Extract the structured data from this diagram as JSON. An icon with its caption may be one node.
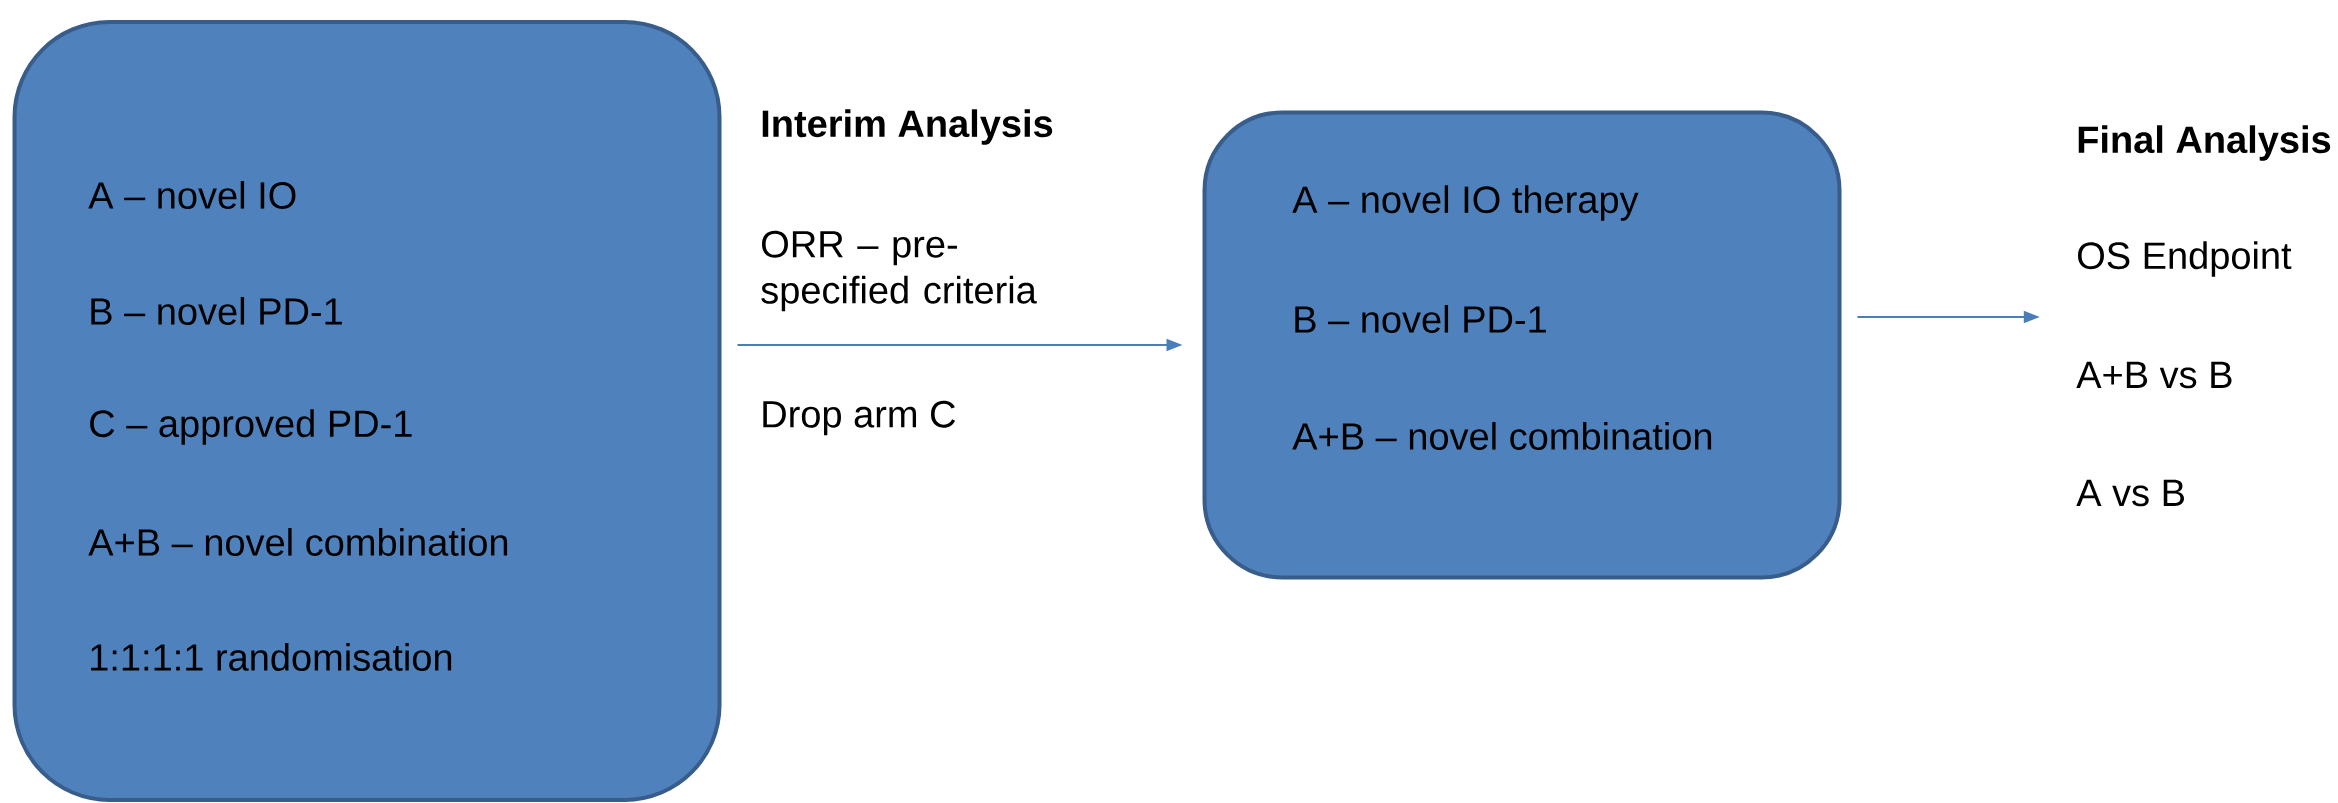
{
  "diagram": {
    "nodes": [
      {
        "text": [
          "A – novel IO",
          "B – novel PD-1",
          "C – approved PD-1",
          "A+B – novel combination",
          "1:1:1:1 randomisation"
        ]
      },
      {
        "text": [
          "A – novel IO therapy",
          "B – novel PD-1",
          "A+B – novel combination"
        ]
      },
      {
        "text": [
          "Final Analysis",
          "OS Endpoint",
          "A+B vs B",
          "A vs B"
        ]
      }
    ],
    "edges": [
      {
        "from": 0,
        "to": 1,
        "arrow": "to"
      },
      {
        "from": 1,
        "to": 2,
        "arrow": "to"
      }
    ],
    "labels": [
      "Interim Analysis",
      "ORR – pre-specified criteria",
      "Drop arm C"
    ]
  }
}
